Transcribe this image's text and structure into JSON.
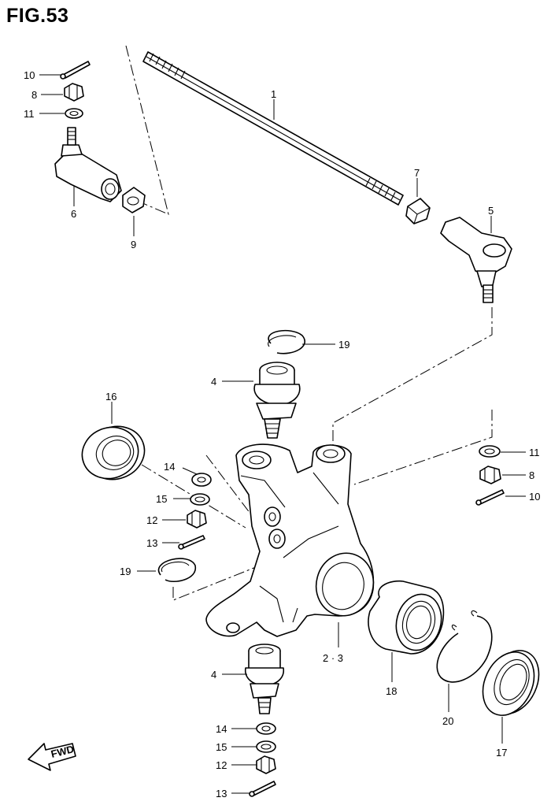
{
  "figure": {
    "title": "FIG.53"
  },
  "callouts": [
    {
      "id": "c-1",
      "text": "1"
    },
    {
      "id": "c-2-3",
      "text": "2 · 3"
    },
    {
      "id": "c-4a",
      "text": "4"
    },
    {
      "id": "c-4b",
      "text": "4"
    },
    {
      "id": "c-5",
      "text": "5"
    },
    {
      "id": "c-6",
      "text": "6"
    },
    {
      "id": "c-7",
      "text": "7"
    },
    {
      "id": "c-8a",
      "text": "8"
    },
    {
      "id": "c-8b",
      "text": "8"
    },
    {
      "id": "c-9",
      "text": "9"
    },
    {
      "id": "c-10a",
      "text": "10"
    },
    {
      "id": "c-10b",
      "text": "10"
    },
    {
      "id": "c-11a",
      "text": "11"
    },
    {
      "id": "c-11b",
      "text": "11"
    },
    {
      "id": "c-12a",
      "text": "12"
    },
    {
      "id": "c-12b",
      "text": "12"
    },
    {
      "id": "c-13a",
      "text": "13"
    },
    {
      "id": "c-13b",
      "text": "13"
    },
    {
      "id": "c-14a",
      "text": "14"
    },
    {
      "id": "c-14b",
      "text": "14"
    },
    {
      "id": "c-15a",
      "text": "15"
    },
    {
      "id": "c-15b",
      "text": "15"
    },
    {
      "id": "c-16",
      "text": "16"
    },
    {
      "id": "c-17",
      "text": "17"
    },
    {
      "id": "c-18",
      "text": "18"
    },
    {
      "id": "c-19a",
      "text": "19"
    },
    {
      "id": "c-19b",
      "text": "19"
    },
    {
      "id": "c-20",
      "text": "20"
    }
  ],
  "fwd_label": "FWD"
}
